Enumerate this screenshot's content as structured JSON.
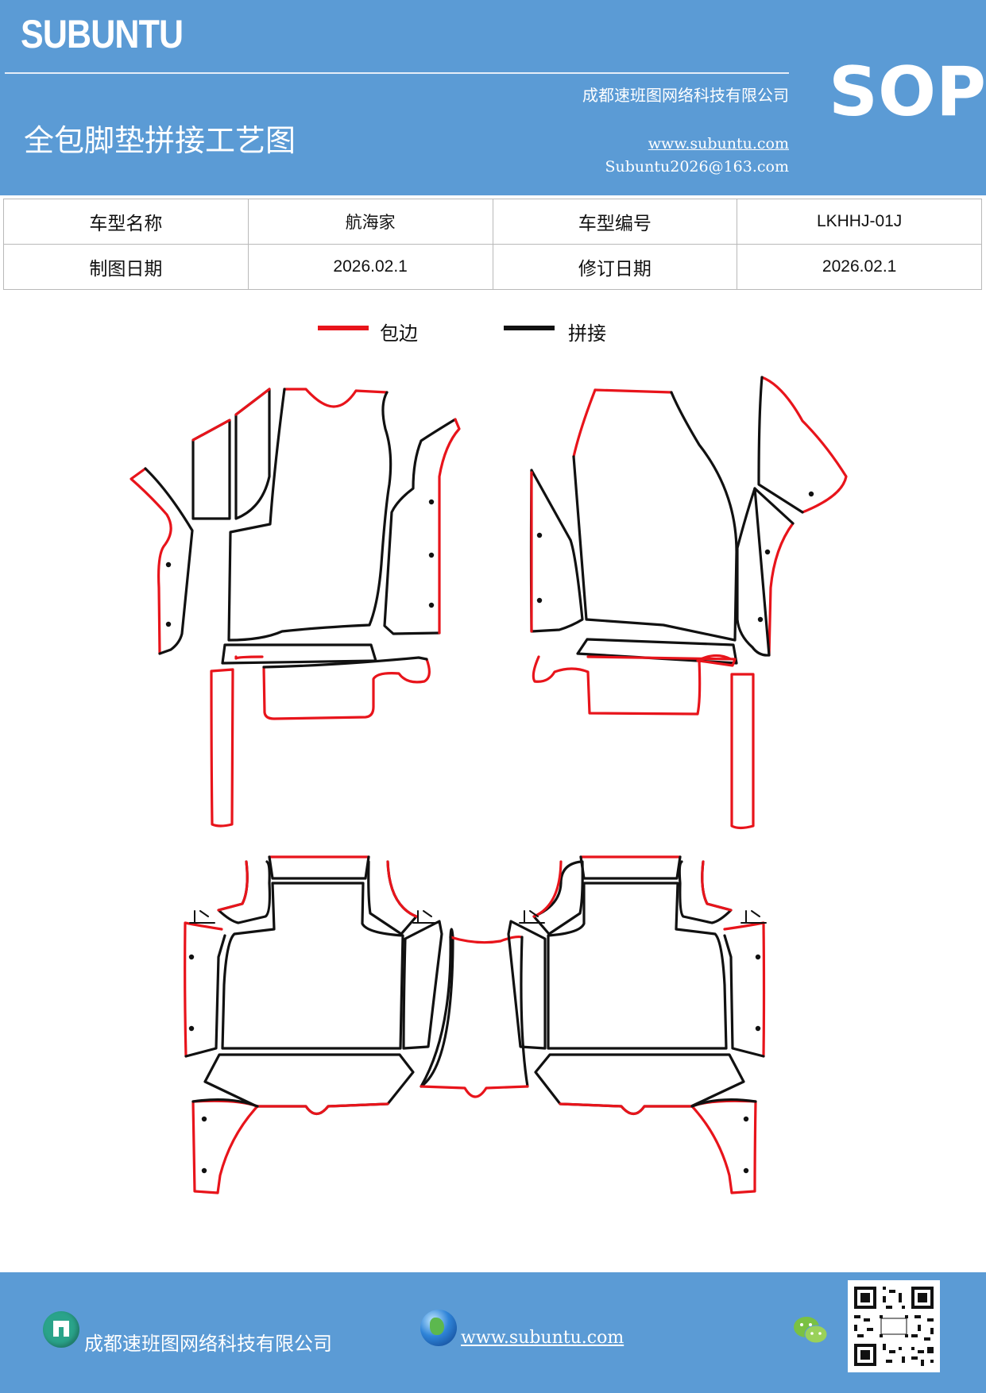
{
  "header": {
    "brand": "SUBUNTU",
    "company": "成都速班图网络科技有限公司",
    "title": "全包脚垫拼接工艺图",
    "website": "www.subuntu.com",
    "email": "Subuntu2026@163.com",
    "badge": "SOP",
    "background_color": "#5b9bd5"
  },
  "info_table": {
    "rows": [
      {
        "label1": "车型名称",
        "value1": "航海家",
        "label2": "车型编号",
        "value2": "LKHHJ-01J"
      },
      {
        "label1": "制图日期",
        "value1": "2026.02.1",
        "label2": "修订日期",
        "value2": "2026.02.1"
      }
    ]
  },
  "legend": [
    {
      "label": "包边",
      "color": "#e8141b"
    },
    {
      "label": "拼接",
      "color": "#111111"
    }
  ],
  "footer": {
    "company": "成都速班图网络科技有限公司",
    "website": "www.subuntu.com",
    "icons": [
      "building-icon",
      "globe-icon",
      "wechat-icon",
      "qr-code"
    ]
  }
}
